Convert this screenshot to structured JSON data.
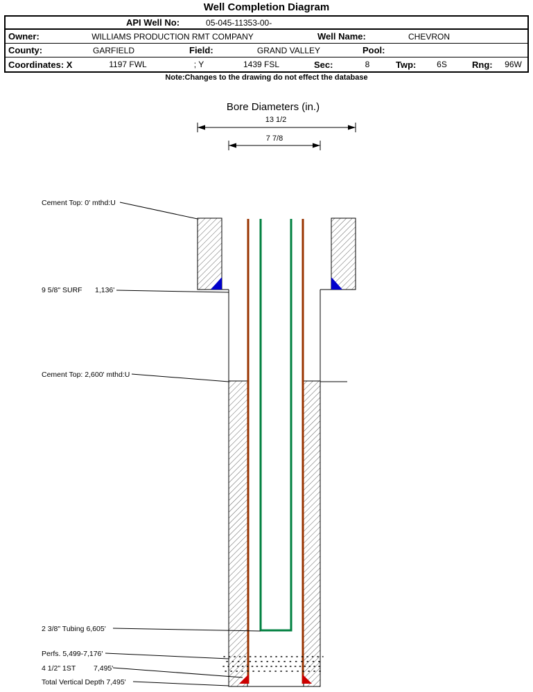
{
  "title": "Well Completion Diagram",
  "header": {
    "api_label": "API Well No:",
    "api_value": "05-045-11353-00-",
    "owner_label": "Owner:",
    "owner_value": "WILLIAMS PRODUCTION RMT COMPANY",
    "well_name_label": "Well Name:",
    "well_name_value": "CHEVRON",
    "county_label": "County:",
    "county_value": "GARFIELD",
    "field_label": "Field:",
    "field_value": "GRAND VALLEY",
    "pool_label": "Pool:",
    "coordinates_label": "Coordinates: X",
    "x_value": "1197 FWL",
    "y_label": "; Y",
    "y_value": "1439 FSL",
    "sec_label": "Sec:",
    "sec_value": "8",
    "twp_label": "Twp:",
    "twp_value": "6S",
    "rng_label": "Rng:",
    "rng_value": "96W"
  },
  "note": "Note:Changes to the drawing do not effect the database",
  "diagram": {
    "bore_title": "Bore Diameters (in.)",
    "dim_outer": "13 1/2",
    "dim_inner": "7 7/8",
    "labels": {
      "cement_top_surface": "Cement Top: 0' mthd:U",
      "surface_casing": "9 5/8\" SURF",
      "surface_casing_depth": "1,136'",
      "cement_top_production": "Cement Top: 2,600' mthd:U",
      "tubing": "2 3/8\" Tubing 6,605'",
      "perfs": "Perfs. 5,499-7,176'",
      "production_casing": "4 1/2\" 1ST",
      "production_casing_depth": "7,495'",
      "total_depth": "Total Vertical Depth 7,495'"
    },
    "colors": {
      "casing": "#993300",
      "tubing": "#008040",
      "surface_shoe": "#0000cc",
      "production_shoe": "#cc0000"
    }
  }
}
